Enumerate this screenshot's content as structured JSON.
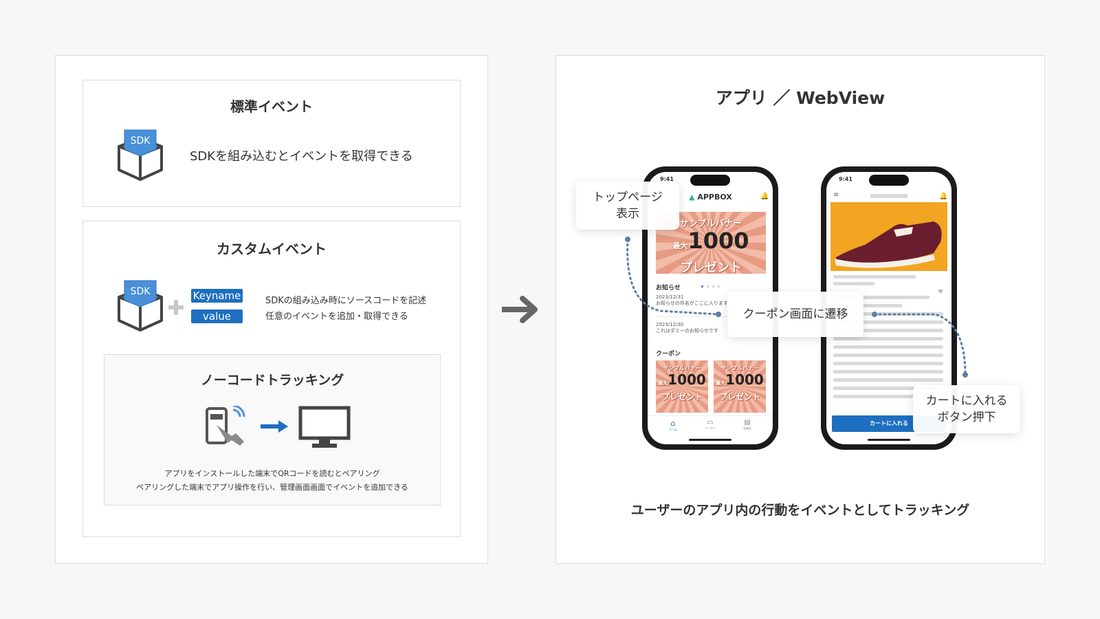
{
  "standard": {
    "title": "標準イベント",
    "sdk_label": "SDK",
    "description": "SDKを組み込むとイベントを取得できる"
  },
  "custom": {
    "title": "カスタムイベント",
    "sdk_label": "SDK",
    "keyname": "Keyname",
    "value": "value",
    "desc_line1": "SDKの組み込み時にソースコードを記述",
    "desc_line2": "任意のイベントを追加・取得できる"
  },
  "nocode": {
    "title": "ノーコードトラッキング",
    "desc_line1": "アプリをインストールした端末でQRコードを読むとペアリング",
    "desc_line2": "ペアリングした端末でアプリ操作を行い、管理画面画面でイベントを追加できる"
  },
  "right": {
    "title": "アプリ ／ WebView",
    "caption": "ユーザーのアプリ内の行動をイベントとしてトラッキング",
    "callout_top_1": "トップページ",
    "callout_top_2": "表示",
    "callout_coupon": "クーポン画面に遷移",
    "callout_cart_1": "カートに入れる",
    "callout_cart_2": "ボタン押下"
  },
  "phone1": {
    "time": "9:41",
    "brand": "APPBOX",
    "banner_line1": "サンプルバナー",
    "banner_prefix": "最大",
    "banner_number": "1000",
    "banner_line3": "プレゼント",
    "news_title": "お知らせ",
    "news": [
      {
        "date": "2023/12/31",
        "text": "お知らせの件名がここに入ります"
      },
      {
        "date": "2023/12/30",
        "text": "これはダミーのお知らせです"
      }
    ],
    "coupon_title": "クーポン",
    "tabs": [
      "ホーム",
      "クーポン",
      "会員証"
    ]
  },
  "phone2": {
    "time": "9:41",
    "cart_button": "カートに入れる"
  },
  "colors": {
    "accent": "#1e6fc0",
    "sdk_blue": "#4a90d9",
    "dotted": "#5a7fa8"
  }
}
